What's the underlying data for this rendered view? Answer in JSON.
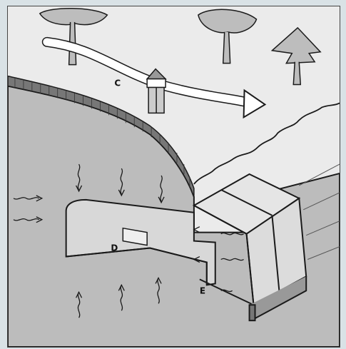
{
  "labels": {
    "c": "C",
    "d": "D",
    "e": "E"
  },
  "colors": {
    "outer_background": "#d9e2e6",
    "sky": "#ebebeb",
    "soil": "#bcbcbc",
    "soil_dark": "#a9a9a9",
    "ink": "#1a1a1a"
  }
}
